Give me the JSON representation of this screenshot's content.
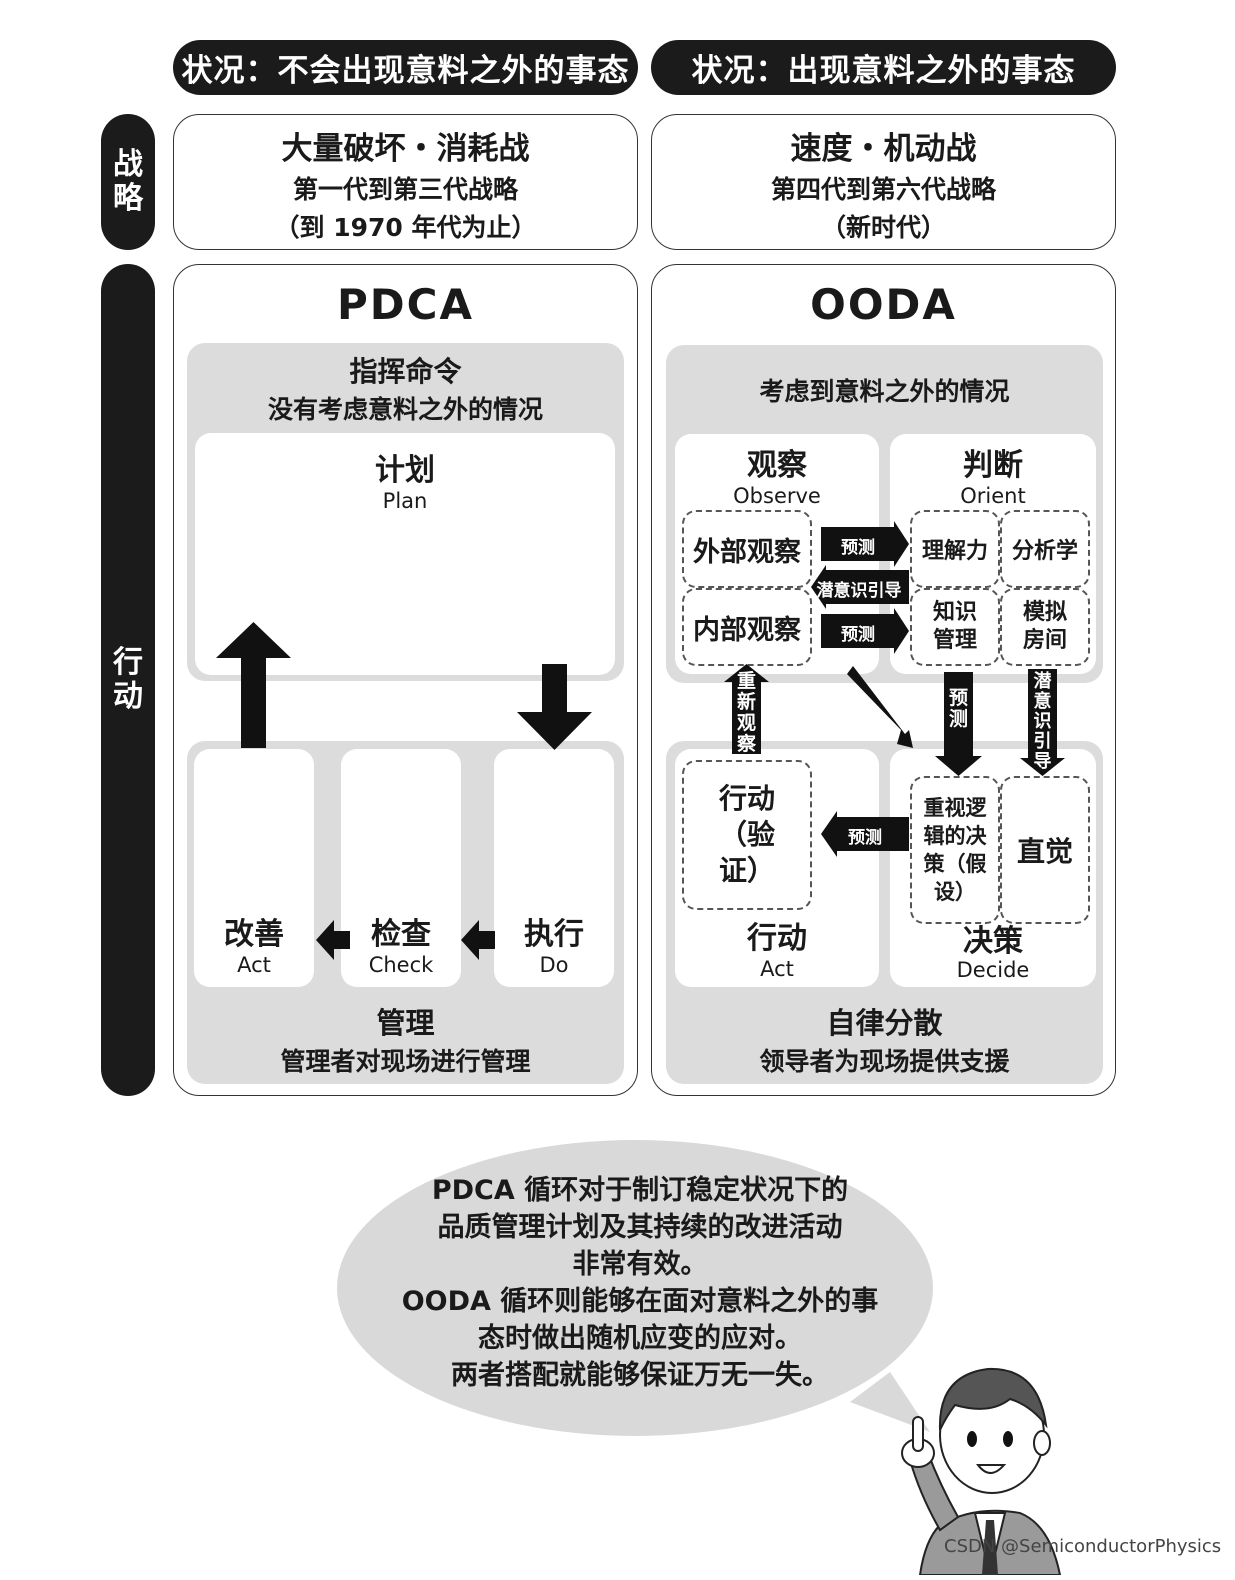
{
  "header": {
    "left_situation": "状况：不会出现意料之外的事态",
    "right_situation": "状况：出现意料之外的事态"
  },
  "side_labels": {
    "strategy": "战略",
    "action": "行动"
  },
  "strategy": {
    "left": {
      "title": "大量破坏・消耗战",
      "line2": "第一代到第三代战略",
      "line3": "（到 1970 年代为止）"
    },
    "right": {
      "title": "速度・机动战",
      "line2": "第四代到第六代战略",
      "line3": "（新时代）"
    }
  },
  "pdca": {
    "title": "PDCA",
    "top_title": "指挥命令",
    "top_sub": "没有考虑意料之外的情况",
    "plan_cn": "计划",
    "plan_en": "Plan",
    "act_cn": "改善",
    "act_en": "Act",
    "check_cn": "检查",
    "check_en": "Check",
    "do_cn": "执行",
    "do_en": "Do",
    "bottom_title": "管理",
    "bottom_sub": "管理者对现场进行管理"
  },
  "ooda": {
    "title": "OODA",
    "top_sub": "考虑到意料之外的情况",
    "observe_cn": "观察",
    "observe_en": "Observe",
    "orient_cn": "判断",
    "orient_en": "Orient",
    "external_obs": "外部观察",
    "internal_obs": "内部观察",
    "understanding": "理解力",
    "analytics": "分析学",
    "knowledge_mgmt": "知识管理",
    "simulation_room": "模拟房间",
    "predict": "预测",
    "subconscious_guide": "潜意识引导",
    "re_observe": "重新观察",
    "action_verify": "行动（验证）",
    "logic_decision": "重视逻辑的决策（假设）",
    "intuition": "直觉",
    "act_cn": "行动",
    "act_en": "Act",
    "decide_cn": "决策",
    "decide_en": "Decide",
    "bottom_title": "自律分散",
    "bottom_sub": "领导者为现场提供支援"
  },
  "speech": {
    "lines": [
      "PDCA 循环对于制订稳定状况下的",
      "品质管理计划及其持续的改进活动",
      "非常有效。",
      "OODA 循环则能够在面对意料之外的事",
      "态时做出随机应变的应对。",
      "两者搭配就能够保证万无一失。"
    ]
  },
  "watermark": "CSDN @SemiconductorPhysics"
}
